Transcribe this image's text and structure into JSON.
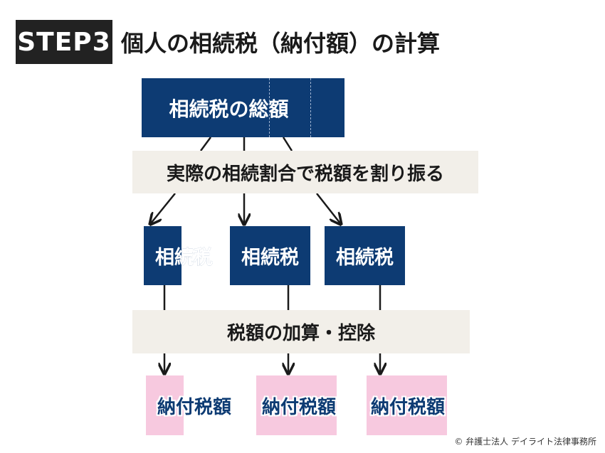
{
  "header": {
    "step_badge": "STEP3",
    "title": "個人の相続税（納付額）の計算"
  },
  "diagram": {
    "total_box": "相続税の総額",
    "allocation_band": "実際の相続割合で税額を割り振る",
    "heir_boxes": [
      "相続税",
      "相続税",
      "相続税"
    ],
    "adjustment_band": "税額の加算・控除",
    "payment_labels": [
      "納付税額",
      "納付税額",
      "納付税額"
    ]
  },
  "colors": {
    "navy": "#0d3b73",
    "band": "#f2efe9",
    "pink": "#f7c9df",
    "badge": "#222222"
  },
  "footer": {
    "copyright": "© 弁護士法人 デイライト法律事務所"
  }
}
